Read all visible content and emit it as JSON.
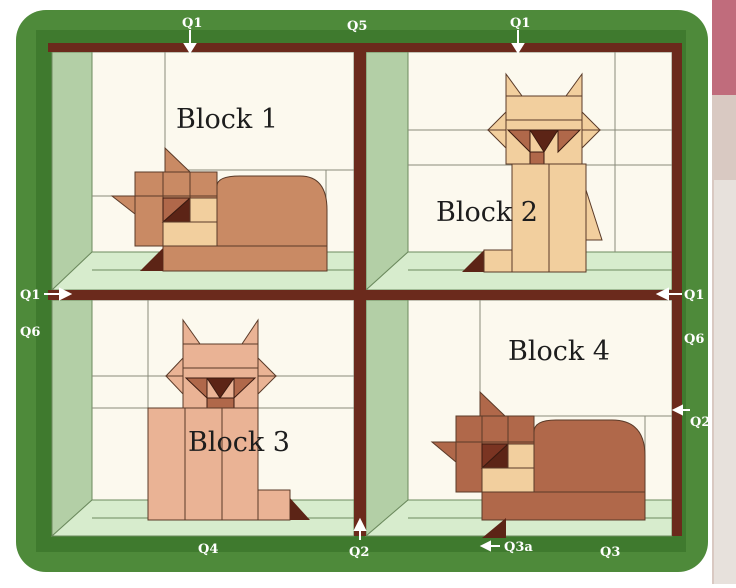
{
  "diagram": {
    "blocks": [
      "Block 1",
      "Block 2",
      "Block 3",
      "Block 4"
    ],
    "seam_labels": {
      "q1_top_left": "Q1",
      "q5_top": "Q5",
      "q1_top_right": "Q1",
      "q1_left": "Q1",
      "q6_left": "Q6",
      "q1_right": "Q1",
      "q6_right": "Q6",
      "q2_right": "Q2",
      "q4_bottom": "Q4",
      "q2_bottom": "Q2",
      "q3a_bottom": "Q3a",
      "q3_bottom": "Q3"
    },
    "colors": {
      "green_border": "#4e8a3a",
      "sashing": "#6b2a1c",
      "background_cream": "#fcf9ee",
      "sage_side": "#b3cfa6",
      "floor_green": "#d7eccd",
      "cat_tan": "#c98a64",
      "cat_light": "#f2cf9e",
      "cat_pink": "#eab395",
      "cat_brown": "#b0684a",
      "cat_dark": "#5c2416"
    }
  }
}
